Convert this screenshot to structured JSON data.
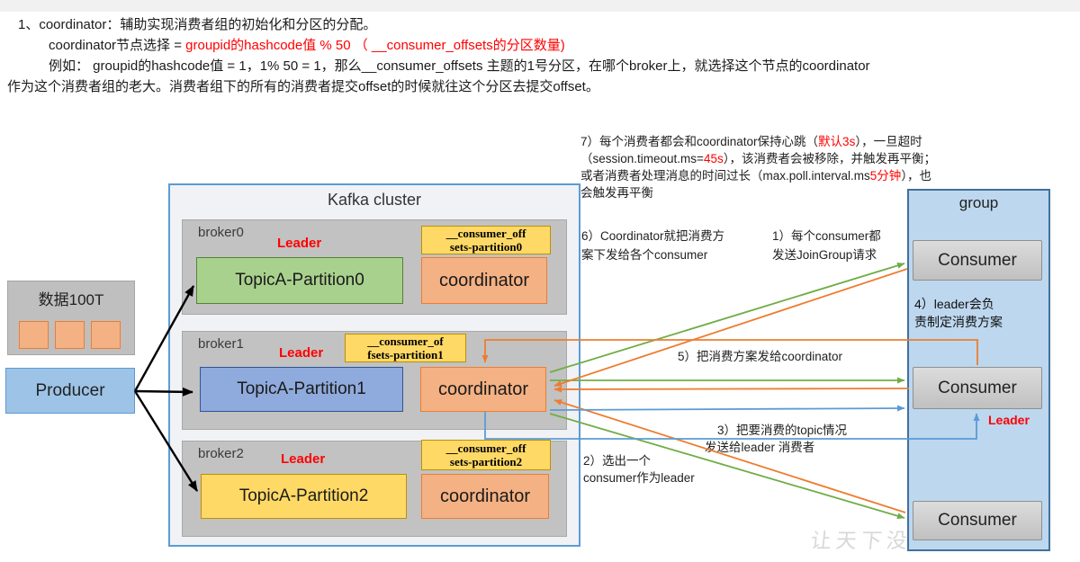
{
  "intro": {
    "lines": [
      [
        {
          "t": "1、coordinator：辅助实现消费者组的初始化和分区的分配。"
        }
      ],
      [
        {
          "t": "coordinator节点选择 = "
        },
        {
          "t": "groupid的hashcode值 % 50 （ __consumer_offsets的分区数量)",
          "red": true
        }
      ],
      [
        {
          "t": "例如： groupid的hashcode值 = 1，1% 50 = 1，那么__consumer_offsets 主题的1号分区，在哪个broker上，就选择这个节点的coordinator"
        }
      ],
      [
        {
          "t": "作为这个消费者组的老大。消费者组下的所有的消费者提交offset的时候就往这个分区去提交offset。"
        }
      ]
    ]
  },
  "annotations": {
    "note7": {
      "lines": [
        [
          {
            "t": "7）每个消费者都会和coordinator保持心跳（"
          },
          {
            "t": "默认3s",
            "red": true
          },
          {
            "t": "），一旦超时"
          }
        ],
        [
          {
            "t": "（session.timeout.ms="
          },
          {
            "t": "45s",
            "red": true
          },
          {
            "t": "），该消费者会被移除，并触发再平衡；"
          }
        ],
        [
          {
            "t": "或者消费者处理消息的时间过长（max.poll.interval.ms"
          },
          {
            "t": "5分钟",
            "red": true
          },
          {
            "t": "），也"
          }
        ],
        [
          {
            "t": "会触发再平衡"
          }
        ]
      ]
    },
    "note6": {
      "lines": [
        [
          {
            "t": "6）Coordinator就把消费方"
          }
        ],
        [
          {
            "t": "案下发给各个consumer"
          }
        ]
      ]
    },
    "note1": {
      "lines": [
        [
          {
            "t": "1）每个consumer都"
          }
        ],
        [
          {
            "t": "发送JoinGroup请求"
          }
        ]
      ]
    },
    "note5": {
      "lines": [
        [
          {
            "t": "5）把消费方案发给coordinator"
          }
        ]
      ]
    },
    "note3": {
      "lines": [
        [
          {
            "t": "3）把要消费的topic情况"
          }
        ],
        [
          {
            "t": "发送给leader 消费者"
          }
        ]
      ]
    },
    "note2": {
      "lines": [
        [
          {
            "t": "2）选出一个"
          }
        ],
        [
          {
            "t": "consumer作为leader"
          }
        ]
      ]
    },
    "note4": {
      "lines": [
        [
          {
            "t": "4）leader会负"
          }
        ],
        [
          {
            "t": "责制定消费方案"
          }
        ]
      ]
    }
  },
  "data_box": {
    "label": "数据100T"
  },
  "producer": {
    "label": "Producer"
  },
  "cluster": {
    "title": "Kafka cluster",
    "brokers": [
      {
        "name": "broker0",
        "leader": "Leader",
        "partition": "TopicA-Partition0",
        "offsets_line1": "__consumer_off",
        "offsets_line2": "sets-partition0",
        "coordinator": "coordinator"
      },
      {
        "name": "broker1",
        "leader": "Leader",
        "partition": "TopicA-Partition1",
        "offsets_line1": "__consumer_of",
        "offsets_line2": "fsets-partition1",
        "coordinator": "coordinator"
      },
      {
        "name": "broker2",
        "leader": "Leader",
        "partition": "TopicA-Partition2",
        "offsets_line1": "__consumer_off",
        "offsets_line2": "sets-partition2",
        "coordinator": "coordinator"
      }
    ]
  },
  "group": {
    "title": "group",
    "consumers": [
      "Consumer",
      "Consumer",
      "Consumer"
    ],
    "leader_label": "Leader"
  },
  "watermark": {
    "text": "让天下没"
  },
  "colors": {
    "red_highlight": "#ff0000",
    "arrow_green": "#70ad47",
    "arrow_orange": "#ed7d31",
    "arrow_blue": "#5b9bd5",
    "arrow_black": "#000000",
    "partition_green": "#a9d18e",
    "partition_blue": "#8faadc",
    "partition_gold": "#ffd966",
    "coordinator_fill": "#f4b183",
    "group_fill": "#bdd7ee",
    "producer_fill": "#9dc3e6"
  }
}
